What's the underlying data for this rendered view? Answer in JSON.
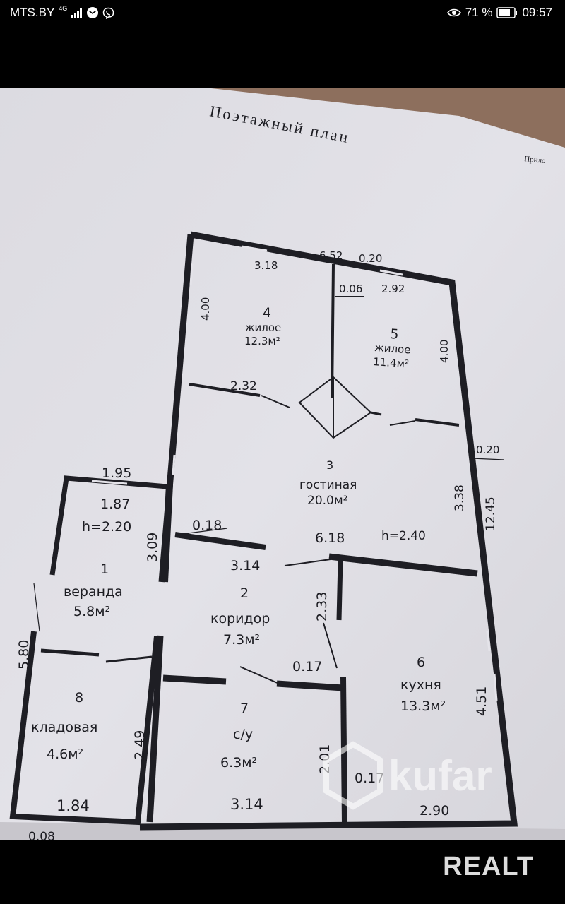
{
  "status_bar": {
    "carrier": "MTS.BY",
    "network": "4G",
    "battery_percent": "71 %",
    "time": "09:57"
  },
  "plan": {
    "title": "Поэтажный план",
    "corner_text": "Прило",
    "rooms": [
      {
        "number": "1",
        "name": "веранда",
        "area": "5.8м²"
      },
      {
        "number": "2",
        "name": "коридор",
        "area": "7.3м²"
      },
      {
        "number": "3",
        "name": "гостиная",
        "area": "20.0м²"
      },
      {
        "number": "4",
        "name": "жилое",
        "area": "12.3м²"
      },
      {
        "number": "5",
        "name": "жилое",
        "area": "11.4м²"
      },
      {
        "number": "6",
        "name": "кухня",
        "area": "13.3м²"
      },
      {
        "number": "7",
        "name": "с/у",
        "area": "6.3м²"
      },
      {
        "number": "8",
        "name": "кладовая",
        "area": "4.6м²"
      }
    ],
    "heights": {
      "veranda": "h=2.20",
      "main": "h=2.40"
    },
    "dimensions": {
      "top_total": "6.52",
      "top_wall": "0.20",
      "room4_width": "3.18",
      "partition": "0.06",
      "room5_width": "2.92",
      "room4_depth": "4.00",
      "room5_depth": "4.00",
      "room4_partition": "2.32",
      "right_wall": "0.20",
      "living_depth": "3.38",
      "right_total": "12.45",
      "veranda_top": "1.95",
      "veranda_width": "1.87",
      "veranda_wall_len": "3.09",
      "inner_wall": "0.18",
      "corridor_width": "3.14",
      "kitchen_top": "6.18",
      "kitchen_partition": "2.33",
      "su_wall": "0.17",
      "left_total": "5.80",
      "storage_depth": "2.49",
      "kitchen_depth": "4.51",
      "su_depth": "2.01",
      "kitchen_wall": "0.17",
      "storage_width": "1.84",
      "su_width": "3.14",
      "kitchen_width": "2.90",
      "bottom_wall": "0.08"
    }
  },
  "watermark": "kufar",
  "brand": "REALT"
}
